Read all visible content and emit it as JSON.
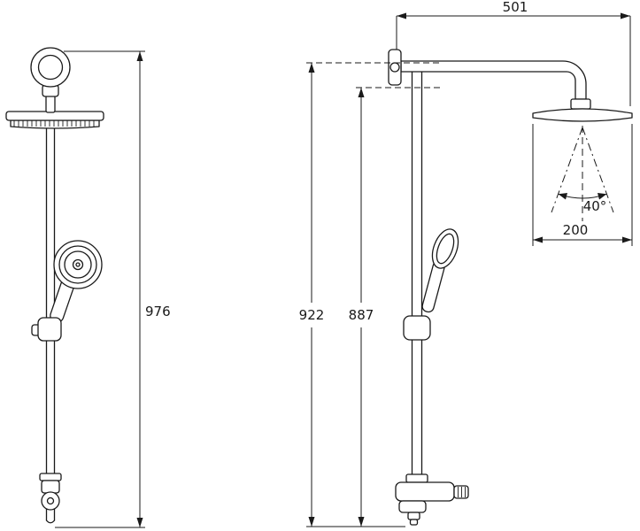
{
  "drawing": {
    "labels": {
      "front_height": "976",
      "side_overall_height": "922",
      "side_rail_height": "887",
      "top_projection": "501",
      "head_width": "200",
      "spray_angle": "40°"
    },
    "colors": {
      "line": "#1a1a1a",
      "background": "#ffffff"
    }
  }
}
